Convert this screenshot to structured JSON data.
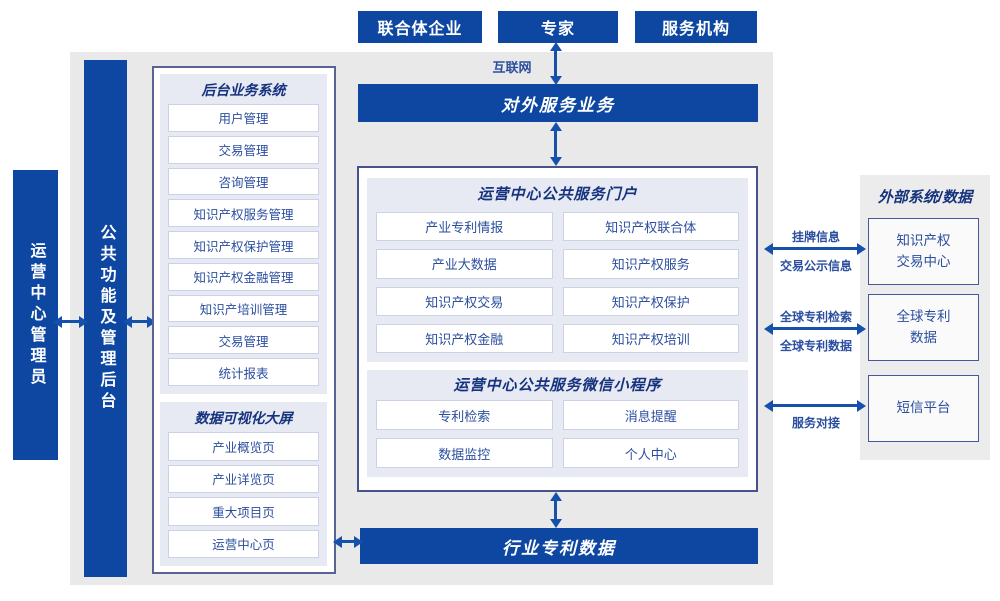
{
  "colors": {
    "primary": "#0d47a1",
    "arrow": "#1551ab",
    "panel_background": "#e7e9f3",
    "text_blue": "#2b4e9f",
    "header_navy": "#16337e",
    "background_gray": "#e9e9e9"
  },
  "top_actors": [
    "联合体企业",
    "专家",
    "服务机构"
  ],
  "internet_label": "互联网",
  "external_service_bar": "对外服务业务",
  "bottom_bar": "行业专利数据",
  "left": {
    "admin_label": "运营中心管理员",
    "backend_bar_label": "公共功能及管理后台",
    "backend_system": {
      "title": "后台业务系统",
      "items": [
        "用户管理",
        "交易管理",
        "咨询管理",
        "知识产权服务管理",
        "知识产权保护管理",
        "知识产权金融管理",
        "知识产培训管理",
        "交易管理",
        "统计报表"
      ]
    },
    "dashboard": {
      "title": "数据可视化大屏",
      "items": [
        "产业概览页",
        "产业详览页",
        "重大项目页",
        "运营中心页"
      ]
    }
  },
  "center": {
    "portal": {
      "title": "运营中心公共服务门户",
      "items": [
        "产业专利情报",
        "知识产权联合体",
        "产业大数据",
        "知识产权服务",
        "知识产权交易",
        "知识产权保护",
        "知识产权金融",
        "知识产权培训"
      ]
    },
    "miniprogram": {
      "title": "运营中心公共服务微信小程序",
      "items": [
        "专利检索",
        "消息提醒",
        "数据监控",
        "个人中心"
      ]
    }
  },
  "right": {
    "title": "外部系统/数据",
    "systems": [
      "知识产权\n交易中心",
      "全球专利\n数据",
      "短信平台"
    ],
    "links": {
      "listing_top": "挂牌信息",
      "listing_bottom": "交易公示信息",
      "global_top": "全球专利检索",
      "global_bottom": "全球专利数据",
      "service_bottom": "服务对接"
    }
  }
}
